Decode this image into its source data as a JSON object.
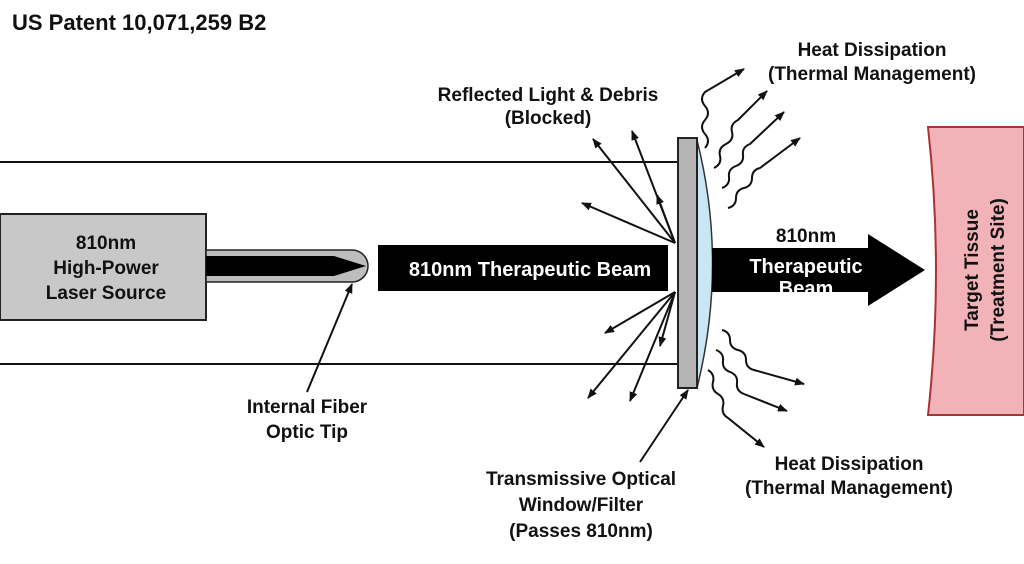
{
  "header": {
    "patent_title": "US Patent 10,071,259 B2"
  },
  "laser_source": {
    "line1": "810nm",
    "line2": "High-Power",
    "line3": "Laser Source"
  },
  "fiber_tip": {
    "line1": "Internal Fiber",
    "line2": "Optic Tip"
  },
  "beam_in": {
    "label": "810nm Therapeutic Beam"
  },
  "beam_out": {
    "line1": "810nm",
    "line2": "Therapeutic",
    "line3": "Beam"
  },
  "reflected": {
    "line1": "Reflected Light & Debris",
    "line2": "(Blocked)"
  },
  "optical_window": {
    "line1": "Transmissive Optical",
    "line2": "Window/Filter",
    "line3": "(Passes 810nm)"
  },
  "heat_top": {
    "line1": "Heat Dissipation",
    "line2": "(Thermal Management)"
  },
  "heat_bottom": {
    "line1": "Heat Dissipation",
    "line2": "(Thermal Management)"
  },
  "target": {
    "line1": "Target Tissue",
    "line2": "(Treatment Site)"
  },
  "colors": {
    "source_box": "#c8c8c8",
    "window_frame": "#b4b4b4",
    "lens": "#c9e6f2",
    "tissue": "#f2b3b8",
    "beam": "#000000"
  }
}
